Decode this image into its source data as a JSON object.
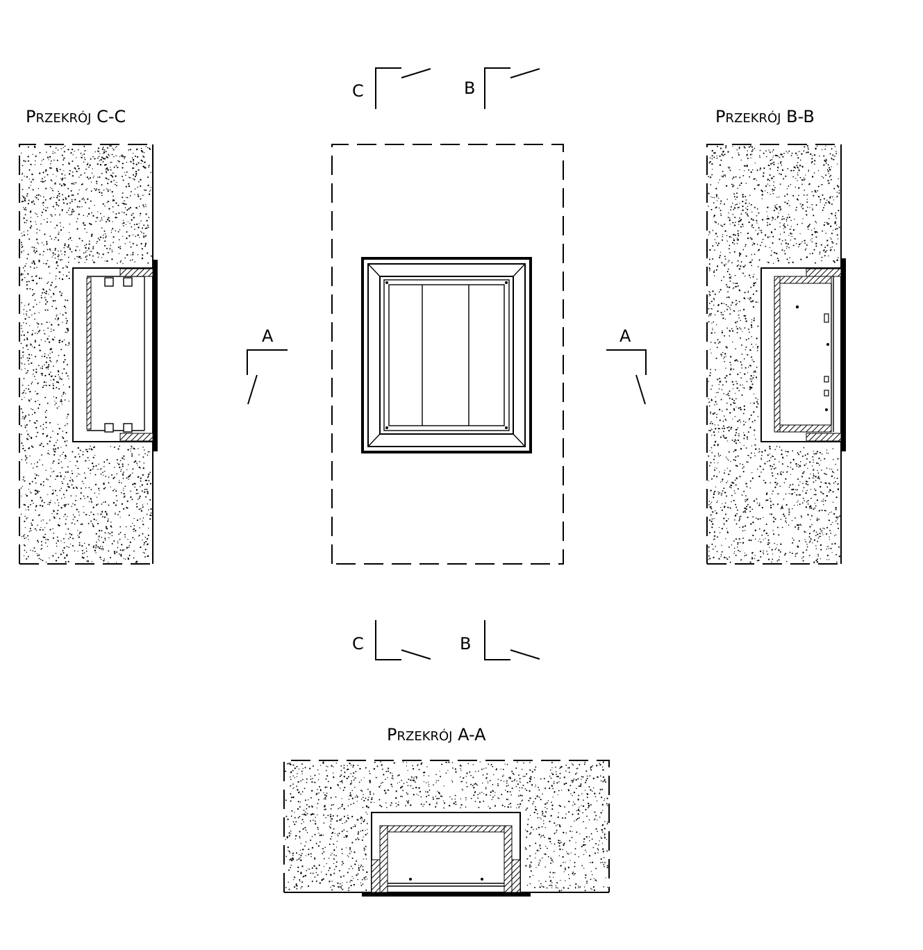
{
  "sections": {
    "cc": {
      "title_head": "P",
      "title_small": "RZEKRÓJ",
      "title_tail": " C-C"
    },
    "bb": {
      "title_head": "P",
      "title_small": "RZEKRÓJ",
      "title_tail": " B-B"
    },
    "aa": {
      "title_head": "P",
      "title_small": "RZEKRÓJ",
      "title_tail": " A-A"
    }
  },
  "markers": {
    "c_top": "C",
    "b_top": "B",
    "c_bottom": "C",
    "b_bottom": "B",
    "a_left": "A",
    "a_right": "A"
  }
}
